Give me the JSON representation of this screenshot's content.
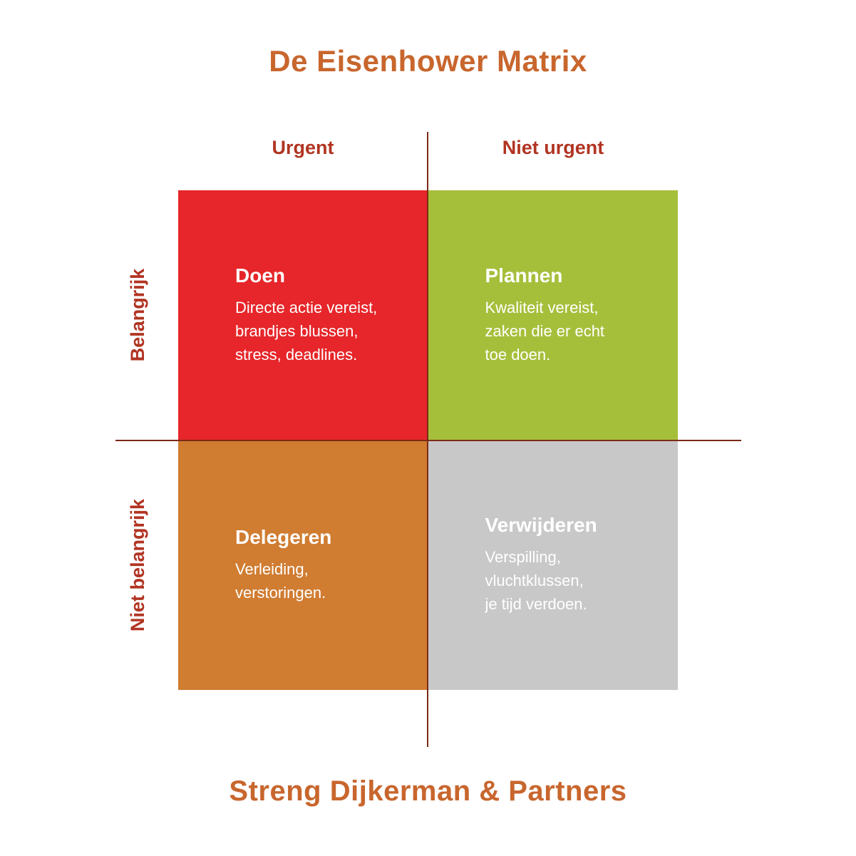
{
  "title": "De Eisenhower Matrix",
  "footer": "Streng Dijkerman & Partners",
  "axes": {
    "col_left": "Urgent",
    "col_right": "Niet urgent",
    "row_top": "Belangrijk",
    "row_bottom": "Niet belangrijk"
  },
  "quadrants": [
    {
      "id": "doen",
      "title": "Doen",
      "line1": "Directe actie vereist,",
      "line2": "brandjes blussen,",
      "line3": "stress, deadlines.",
      "color": "#e6262a"
    },
    {
      "id": "plannen",
      "title": "Plannen",
      "line1": "Kwaliteit vereist,",
      "line2": "zaken die er echt",
      "line3": "toe doen.",
      "color": "#a6bf3b"
    },
    {
      "id": "delegeren",
      "title": "Delegeren",
      "line1": "Verleiding,",
      "line2": "verstoringen.",
      "line3": "",
      "color": "#d07c31"
    },
    {
      "id": "verwijderen",
      "title": "Verwijderen",
      "line1": "Verspilling,",
      "line2": "vluchtklussen,",
      "line3": "je tijd verdoen.",
      "color": "#c8c8c8"
    }
  ],
  "colors": {
    "title_color": "#c8662d",
    "axis_label_color": "#b13422",
    "line_color": "#7b2a16",
    "footer_color": "#c8662d"
  }
}
